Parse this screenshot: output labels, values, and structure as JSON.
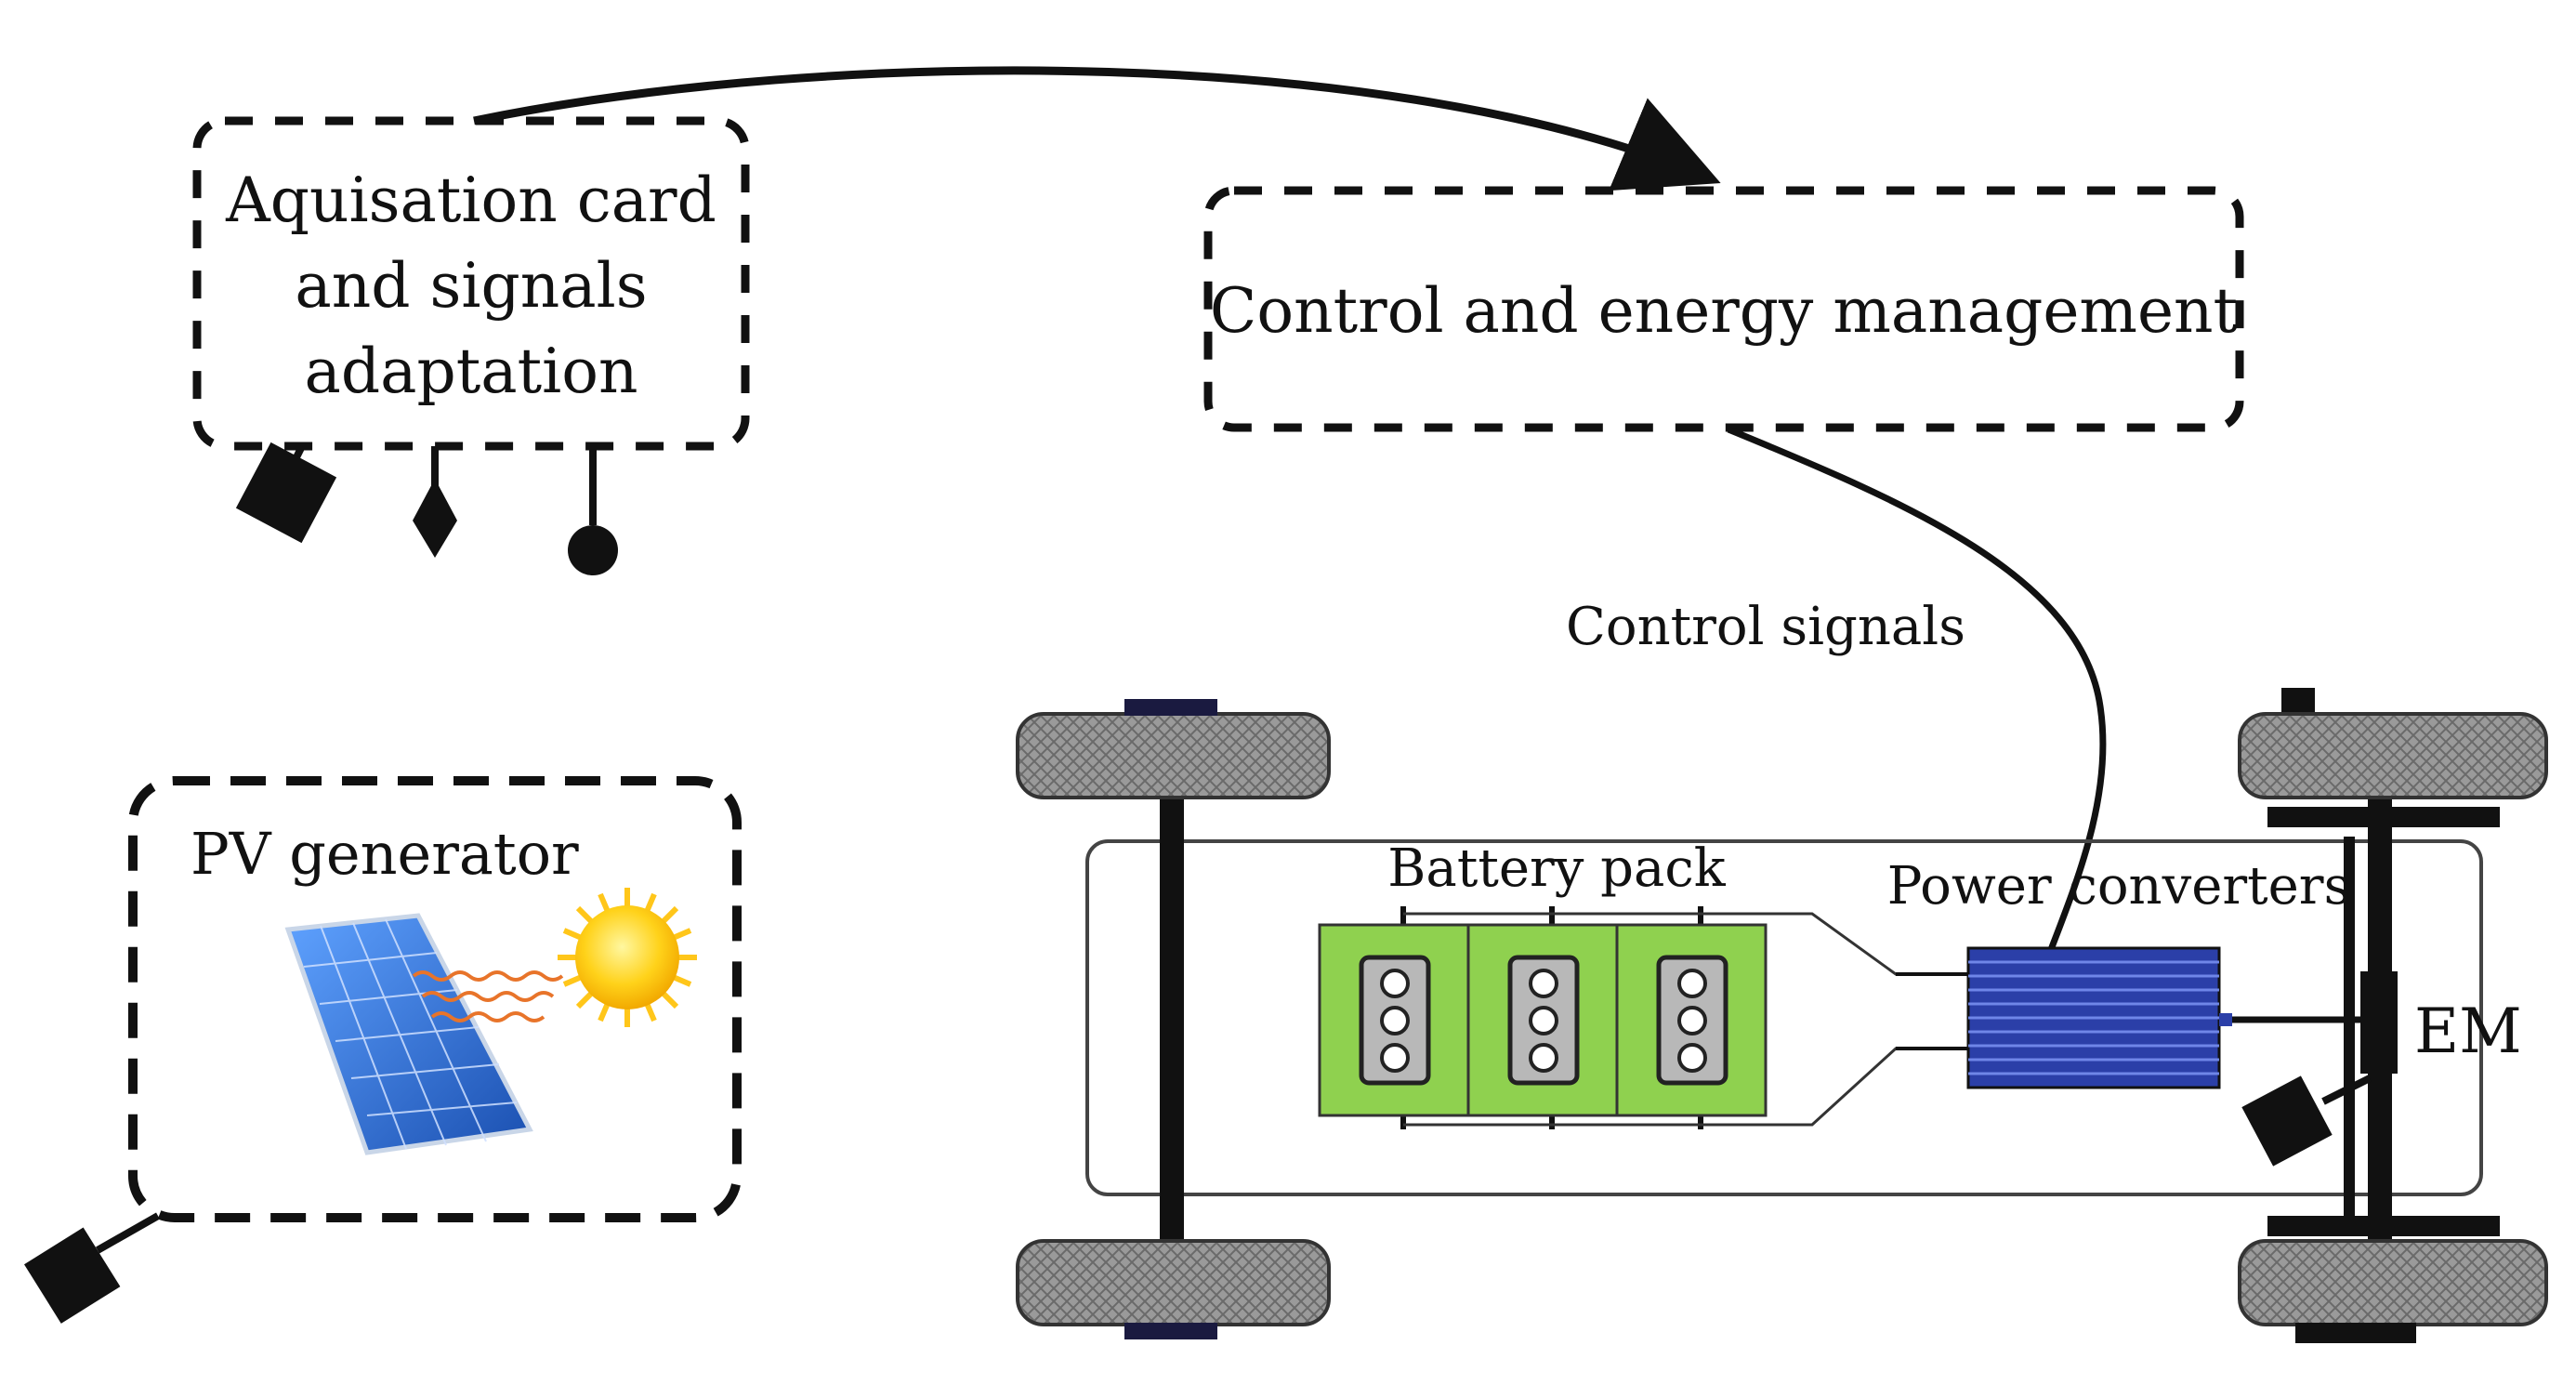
{
  "acquisition_box": {
    "line1": "Aquisation card",
    "line2": "and signals",
    "line3": "adaptation"
  },
  "control_box": {
    "label": "Control and energy management"
  },
  "control_signals": {
    "label": "Control signals"
  },
  "pv_box": {
    "label": "PV generator"
  },
  "battery": {
    "label": "Battery pack",
    "cell_count": 3
  },
  "converters": {
    "label": "Power converters"
  },
  "motor": {
    "label": "EM"
  },
  "colors": {
    "battery_green": "#8fd14f",
    "converter_blue": "#2b3fa8",
    "tire_gray": "#8a8a8a",
    "sun_yellow": "#ffd21a",
    "panel_blue": "#2f6fd6"
  },
  "icons": [
    "square-sensor-icon",
    "diamond-sensor-icon",
    "round-sensor-icon",
    "sun-icon",
    "solar-panel-icon"
  ]
}
